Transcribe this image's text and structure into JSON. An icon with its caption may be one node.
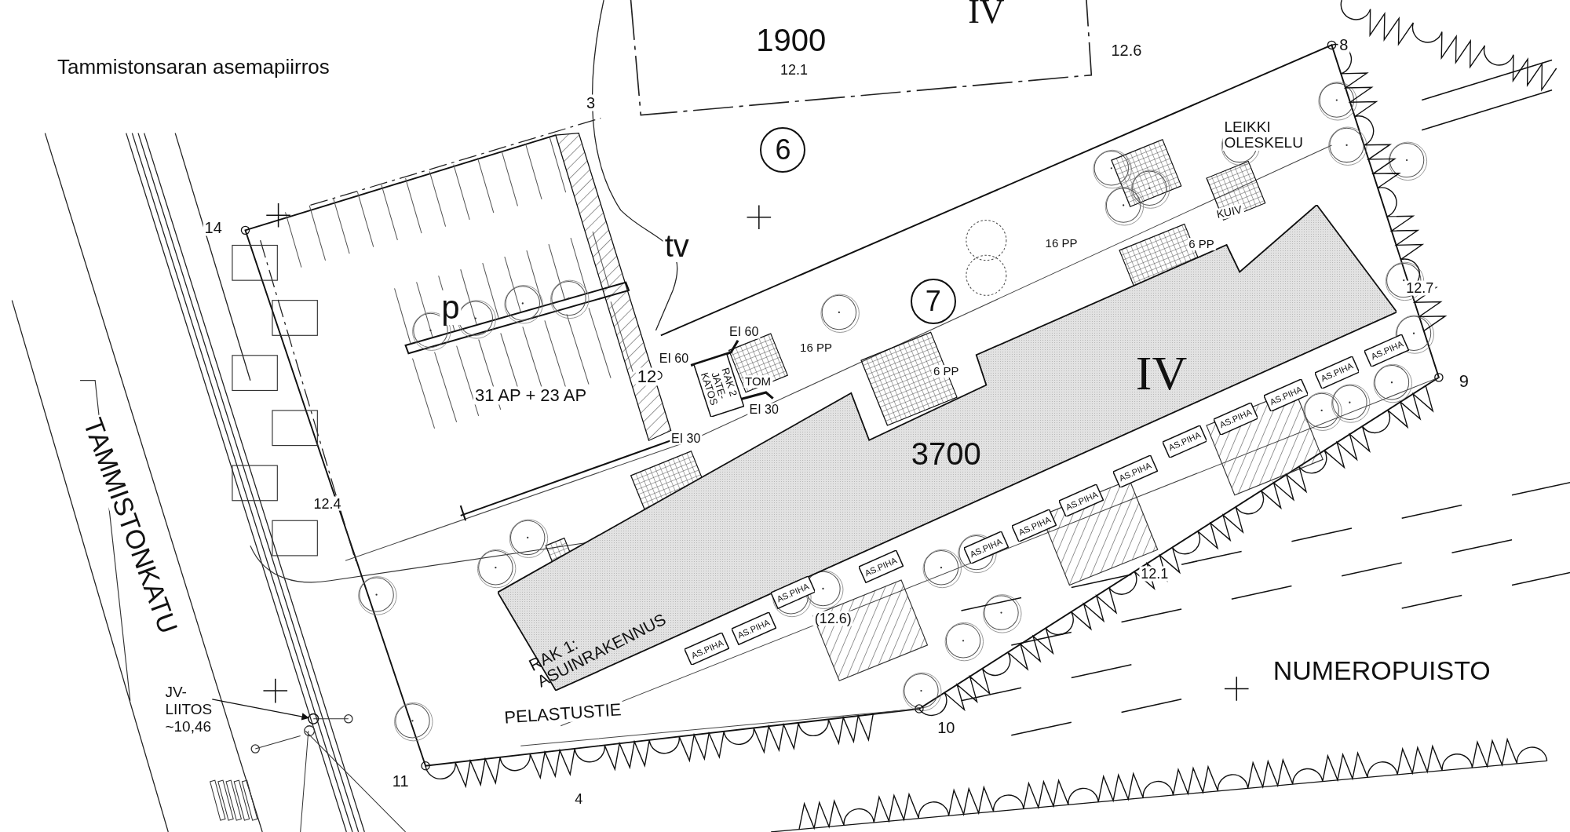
{
  "diagram": {
    "title": "Tammistonsaran asemapiirros",
    "nodes": [
      {
        "text": [
          "6"
        ]
      },
      {
        "text": [
          "7"
        ]
      },
      {
        "text": [
          "RAK 2 JATE- KATOS"
        ]
      },
      {
        "text": [
          "RAK 1: ASUINRAKENNUS"
        ]
      },
      {
        "text": [
          "AS.PIHA"
        ]
      },
      {
        "text": [
          "AS.PIHA"
        ]
      },
      {
        "text": [
          "AS.PIHA"
        ]
      },
      {
        "text": [
          "AS.PIHA"
        ]
      },
      {
        "text": [
          "AS.PIHA"
        ]
      },
      {
        "text": [
          "AS.PIHA"
        ]
      },
      {
        "text": [
          "AS.PIHA"
        ]
      },
      {
        "text": [
          "AS.PIHA"
        ]
      },
      {
        "text": [
          "AS.PIHA"
        ]
      },
      {
        "text": [
          "AS.PIHA"
        ]
      },
      {
        "text": [
          "AS.PIHA"
        ]
      },
      {
        "text": [
          "AS.PIHA"
        ]
      },
      {
        "text": [
          "AS.PIHA"
        ]
      },
      {
        "text": [
          "JV-LIITOS ~10,46"
        ]
      },
      {
        "text": [],
        "shape": "circle"
      }
    ],
    "edges": [
      {
        "from": 17,
        "to": 18,
        "arrow": "to"
      }
    ],
    "labels": [
      "IV",
      "1900",
      "12.6",
      "8",
      "12.1",
      "3",
      "LEIKKI OLESKELU",
      "14",
      "tv",
      "KUIV",
      "16 PP",
      "6 PP",
      "p",
      "12.7",
      "EI 60",
      "16 PP",
      "EI 60",
      "6 PP",
      "TOM",
      "12",
      "IV",
      "9",
      "31 AP + 23 AP",
      "EI 30",
      "EI 30",
      "3700",
      "TAMMISTONKATU",
      "12.4",
      "12.1",
      "(12.6)",
      "NUMEROPUISTO",
      "PELASTUSTIE",
      "10",
      "11",
      "4"
    ]
  }
}
